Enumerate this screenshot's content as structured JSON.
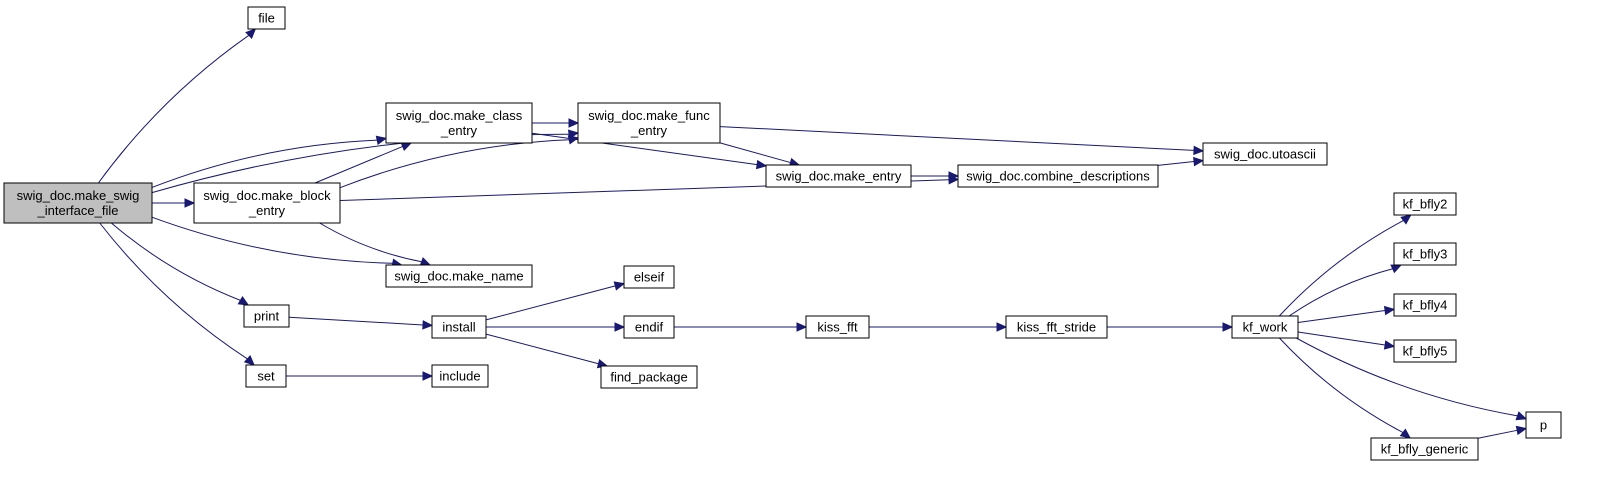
{
  "graph": {
    "nodes": [
      {
        "id": "root",
        "lines": [
          "swig_doc.make_swig",
          "_interface_file"
        ],
        "root": true
      },
      {
        "id": "file",
        "lines": [
          "file"
        ]
      },
      {
        "id": "class_entry",
        "lines": [
          "swig_doc.make_class",
          "_entry"
        ]
      },
      {
        "id": "block_entry",
        "lines": [
          "swig_doc.make_block",
          "_entry"
        ]
      },
      {
        "id": "func_entry",
        "lines": [
          "swig_doc.make_func",
          "_entry"
        ]
      },
      {
        "id": "make_entry",
        "lines": [
          "swig_doc.make_entry"
        ]
      },
      {
        "id": "combine",
        "lines": [
          "swig_doc.combine_descriptions"
        ]
      },
      {
        "id": "utoascii",
        "lines": [
          "swig_doc.utoascii"
        ]
      },
      {
        "id": "make_name",
        "lines": [
          "swig_doc.make_name"
        ]
      },
      {
        "id": "print",
        "lines": [
          "print"
        ]
      },
      {
        "id": "set",
        "lines": [
          "set"
        ]
      },
      {
        "id": "install",
        "lines": [
          "install"
        ]
      },
      {
        "id": "include",
        "lines": [
          "include"
        ]
      },
      {
        "id": "elseif",
        "lines": [
          "elseif"
        ]
      },
      {
        "id": "endif",
        "lines": [
          "endif"
        ]
      },
      {
        "id": "find_package",
        "lines": [
          "find_package"
        ]
      },
      {
        "id": "kiss_fft",
        "lines": [
          "kiss_fft"
        ]
      },
      {
        "id": "kiss_fft_stride",
        "lines": [
          "kiss_fft_stride"
        ]
      },
      {
        "id": "kf_work",
        "lines": [
          "kf_work"
        ]
      },
      {
        "id": "kf_bfly2",
        "lines": [
          "kf_bfly2"
        ]
      },
      {
        "id": "kf_bfly3",
        "lines": [
          "kf_bfly3"
        ]
      },
      {
        "id": "kf_bfly4",
        "lines": [
          "kf_bfly4"
        ]
      },
      {
        "id": "kf_bfly5",
        "lines": [
          "kf_bfly5"
        ]
      },
      {
        "id": "kf_bfly_generic",
        "lines": [
          "kf_bfly_generic"
        ]
      },
      {
        "id": "p",
        "lines": [
          "p"
        ]
      }
    ],
    "edges": [
      [
        "root",
        "file"
      ],
      [
        "root",
        "func_entry"
      ],
      [
        "root",
        "class_entry"
      ],
      [
        "root",
        "block_entry"
      ],
      [
        "root",
        "make_name"
      ],
      [
        "root",
        "print"
      ],
      [
        "root",
        "set"
      ],
      [
        "class_entry",
        "func_entry"
      ],
      [
        "class_entry",
        "make_entry"
      ],
      [
        "block_entry",
        "class_entry"
      ],
      [
        "block_entry",
        "func_entry"
      ],
      [
        "block_entry",
        "combine"
      ],
      [
        "block_entry",
        "make_name"
      ],
      [
        "func_entry",
        "make_entry"
      ],
      [
        "func_entry",
        "utoascii"
      ],
      [
        "make_entry",
        "combine"
      ],
      [
        "combine",
        "utoascii"
      ],
      [
        "print",
        "install"
      ],
      [
        "set",
        "include"
      ],
      [
        "install",
        "elseif"
      ],
      [
        "install",
        "endif"
      ],
      [
        "install",
        "find_package"
      ],
      [
        "endif",
        "kiss_fft"
      ],
      [
        "kiss_fft",
        "kiss_fft_stride"
      ],
      [
        "kiss_fft_stride",
        "kf_work"
      ],
      [
        "kf_work",
        "kf_bfly2"
      ],
      [
        "kf_work",
        "kf_bfly3"
      ],
      [
        "kf_work",
        "kf_bfly4"
      ],
      [
        "kf_work",
        "kf_bfly5"
      ],
      [
        "kf_work",
        "p"
      ],
      [
        "kf_work",
        "kf_bfly_generic"
      ],
      [
        "kf_bfly_generic",
        "p"
      ]
    ]
  }
}
